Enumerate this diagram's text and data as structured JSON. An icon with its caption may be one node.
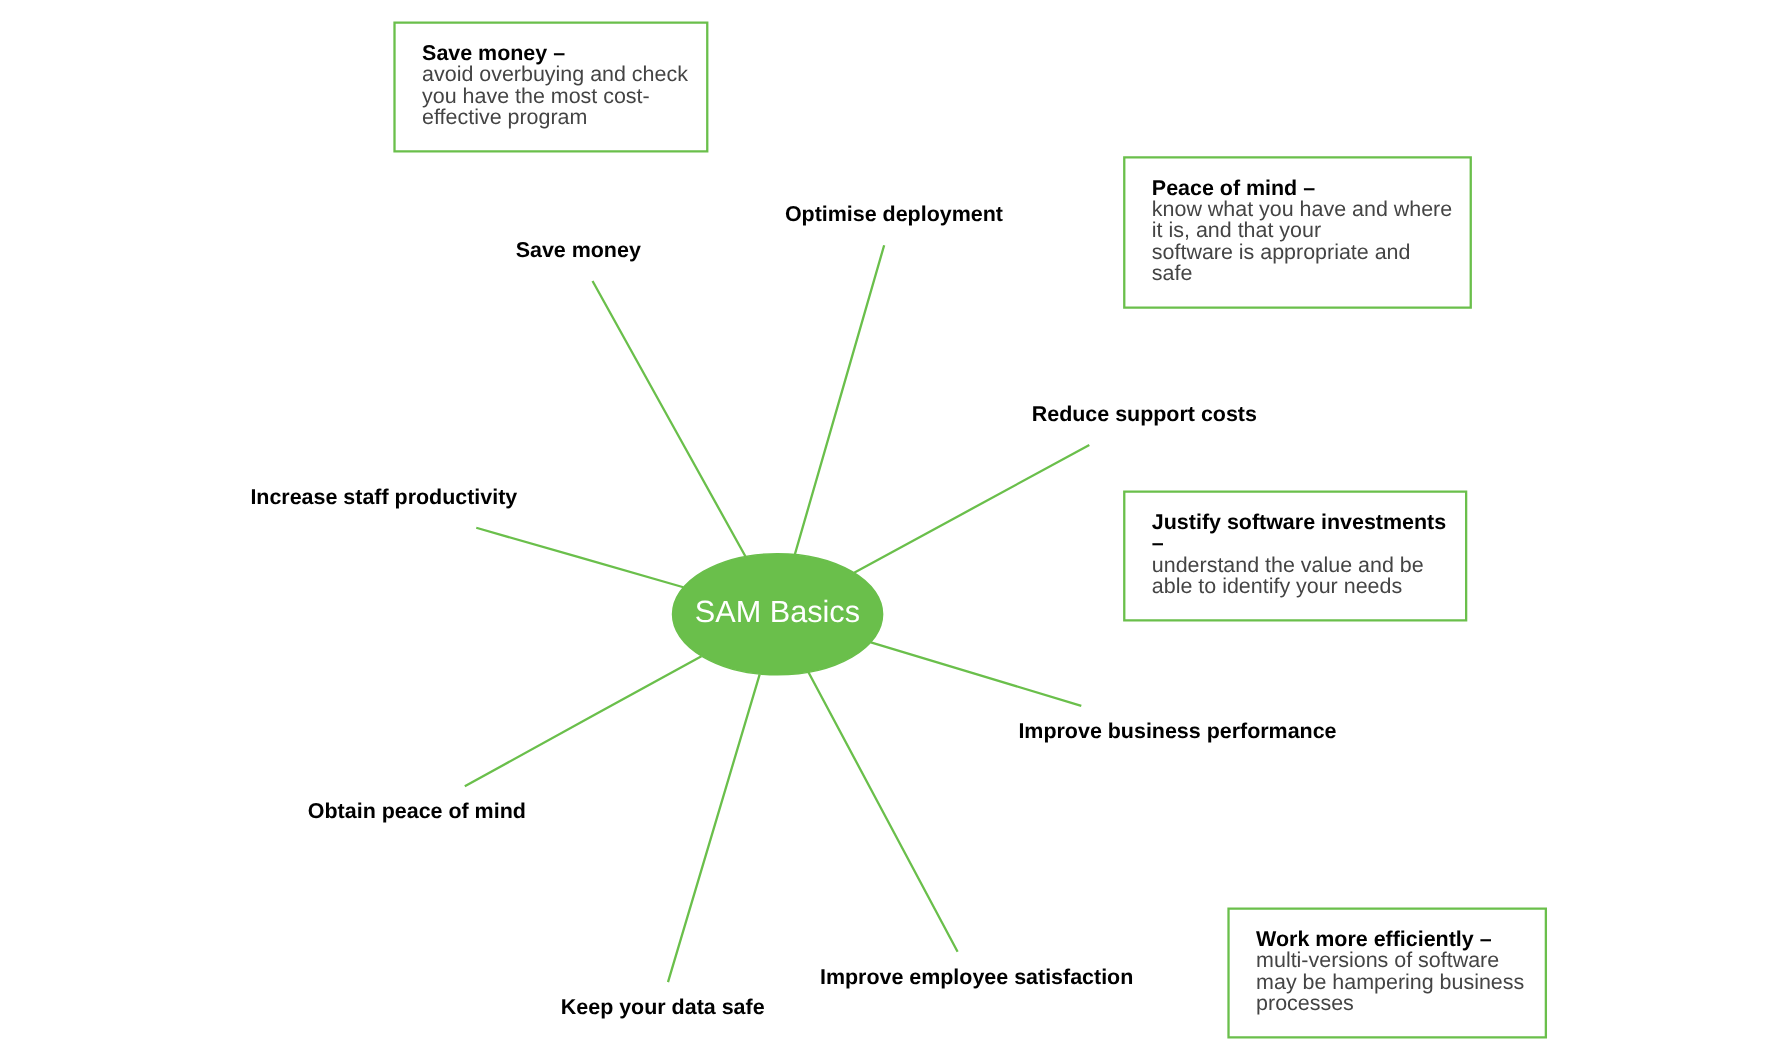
{
  "diagram": {
    "nodes": [
      {
        "text": [
          "Work more efficiently –",
          "multi-versions of software may be hampering business processes"
        ]
      },
      {
        "text": [
          "Save money –",
          "avoid overbuying and check you have the most cost-effective program"
        ]
      },
      {
        "text": [
          "Increase staff productivity"
        ]
      },
      {
        "text": [
          "Reduce support costs"
        ]
      },
      {
        "text": [
          "Improve employee satisfaction"
        ]
      },
      {
        "text": [
          "Optimise deployment"
        ]
      },
      {
        "text": [
          "SAM Basics"
        ]
      },
      {
        "text": [
          "Save money"
        ]
      },
      {
        "text": [
          "Obtain peace of mind"
        ]
      },
      {
        "text": [
          "Improve business performance"
        ]
      },
      {
        "text": [
          "Keep your data safe"
        ]
      },
      {
        "text": [
          "Peace of mind –",
          "know what you have and where it is, and that your software is appropriate and safe"
        ]
      },
      {
        "text": [
          "Justify software investments –",
          "understand the value and be able to identify your needs"
        ]
      }
    ],
    "edges": [
      {
        "from": 6,
        "to": 2,
        "arrow": "none"
      },
      {
        "from": 6,
        "to": 3,
        "arrow": "none"
      },
      {
        "from": 6,
        "to": 4,
        "arrow": "none"
      },
      {
        "from": 6,
        "to": 5,
        "arrow": "none"
      },
      {
        "from": 6,
        "to": 7,
        "arrow": "none"
      },
      {
        "from": 6,
        "to": 8,
        "arrow": "none"
      },
      {
        "from": 6,
        "to": 9,
        "arrow": "none"
      },
      {
        "from": 6,
        "to": 10,
        "arrow": "none"
      }
    ]
  }
}
